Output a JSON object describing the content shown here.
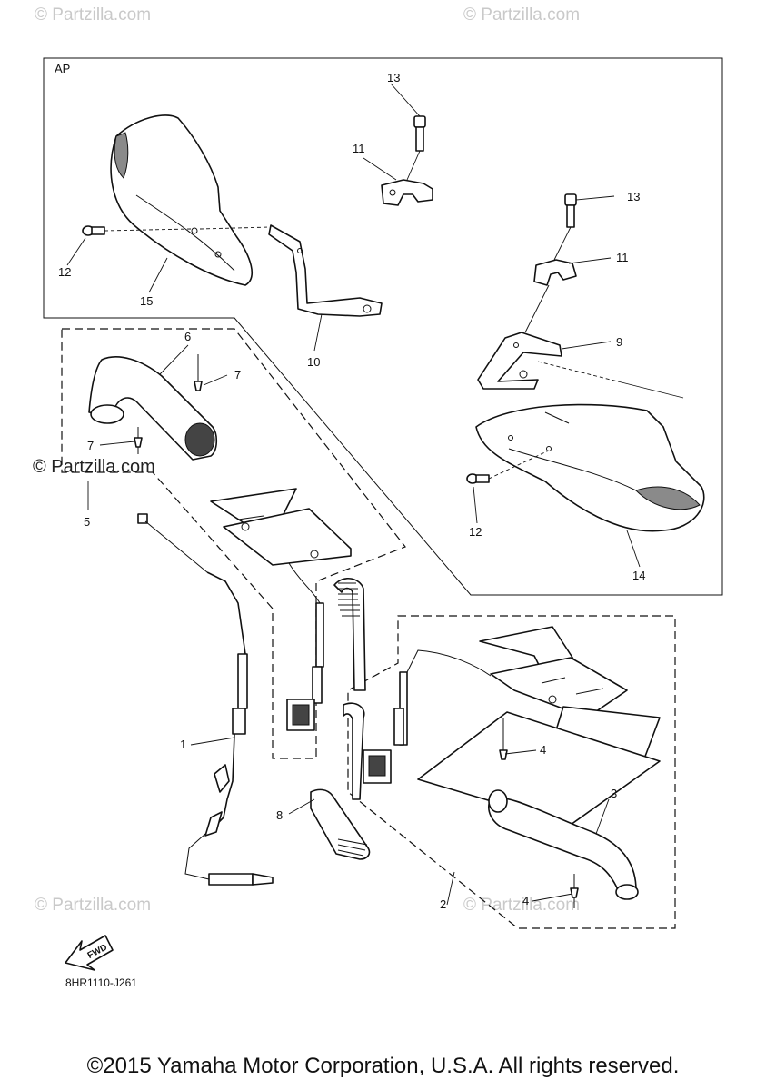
{
  "watermarks": [
    "© Partzilla.com",
    "© Partzilla.com",
    "© Partzilla.com",
    "© Partzilla.com",
    "© Partzilla.com"
  ],
  "group_label": "AP",
  "callouts": {
    "c1": "1",
    "c2": "2",
    "c3": "3",
    "c4a": "4",
    "c4b": "4",
    "c5": "5",
    "c6": "6",
    "c7a": "7",
    "c7b": "7",
    "c8": "8",
    "c9": "9",
    "c10": "10",
    "c11a": "11",
    "c11b": "11",
    "c12a": "12",
    "c12b": "12",
    "c13a": "13",
    "c13b": "13",
    "c14": "14",
    "c15": "15"
  },
  "fwd_label": "FWD",
  "diagram_code": "8HR1110-J261",
  "copyright": "©2015 Yamaha Motor Corporation, U.S.A. All rights reserved."
}
